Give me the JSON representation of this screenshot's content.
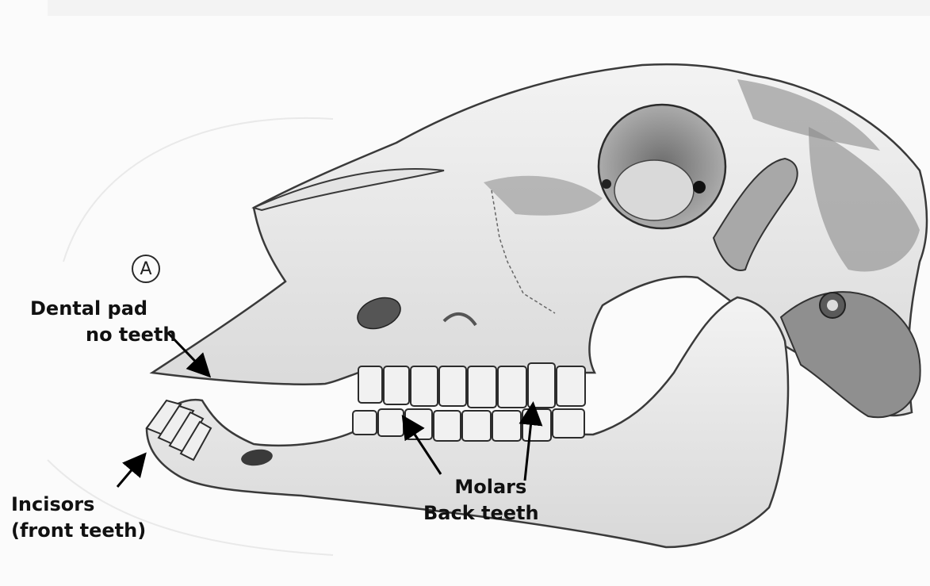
{
  "figure": {
    "panel_letter": "A",
    "labels": {
      "dental_pad": [
        "Dental pad",
        "no teeth"
      ],
      "incisors": [
        "Incisors",
        "(front teeth)"
      ],
      "molars": [
        "Molars",
        "Back teeth"
      ]
    }
  },
  "colors": {
    "bone_light": "#ececec",
    "bone_shadow": "#8a8a8a",
    "outline": "#2c2c2c",
    "arrow": "#000000"
  }
}
